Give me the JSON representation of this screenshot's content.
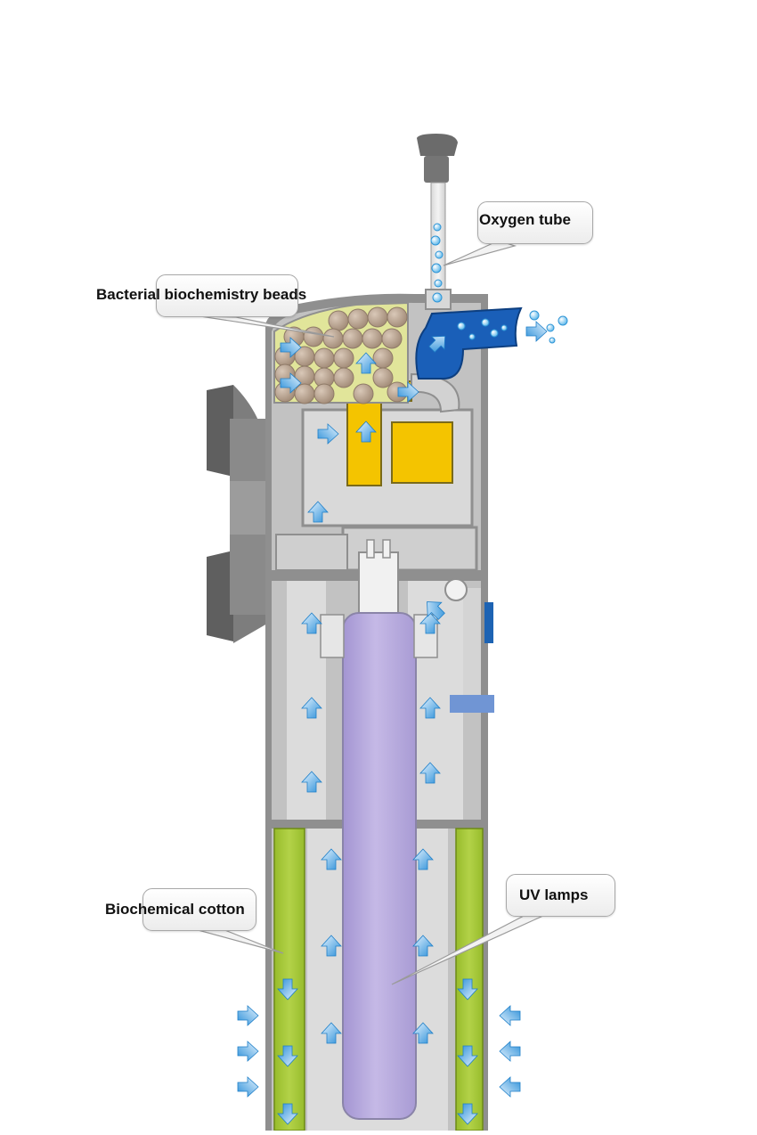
{
  "labels": {
    "oxygen_tube": "Oxygen tube",
    "bacterial_beads": "Bacterial biochemistry beads",
    "biochemical_cotton": "Biochemical cotton",
    "uv_lamps": "UV lamps"
  },
  "colors": {
    "housing": "#8f8f8f",
    "housing_inner": "#c9c9c9",
    "housing_light": "#dedede",
    "uv_lamp": "#b7a9dc",
    "cotton": "#a8c93a",
    "beads_bg": "#e4e89a",
    "bead": "#b39e8c",
    "impeller": "#f2c200",
    "outlet": "#1a5fb8",
    "arrow": "#2b8fd8",
    "band": "#6f8fd0"
  }
}
